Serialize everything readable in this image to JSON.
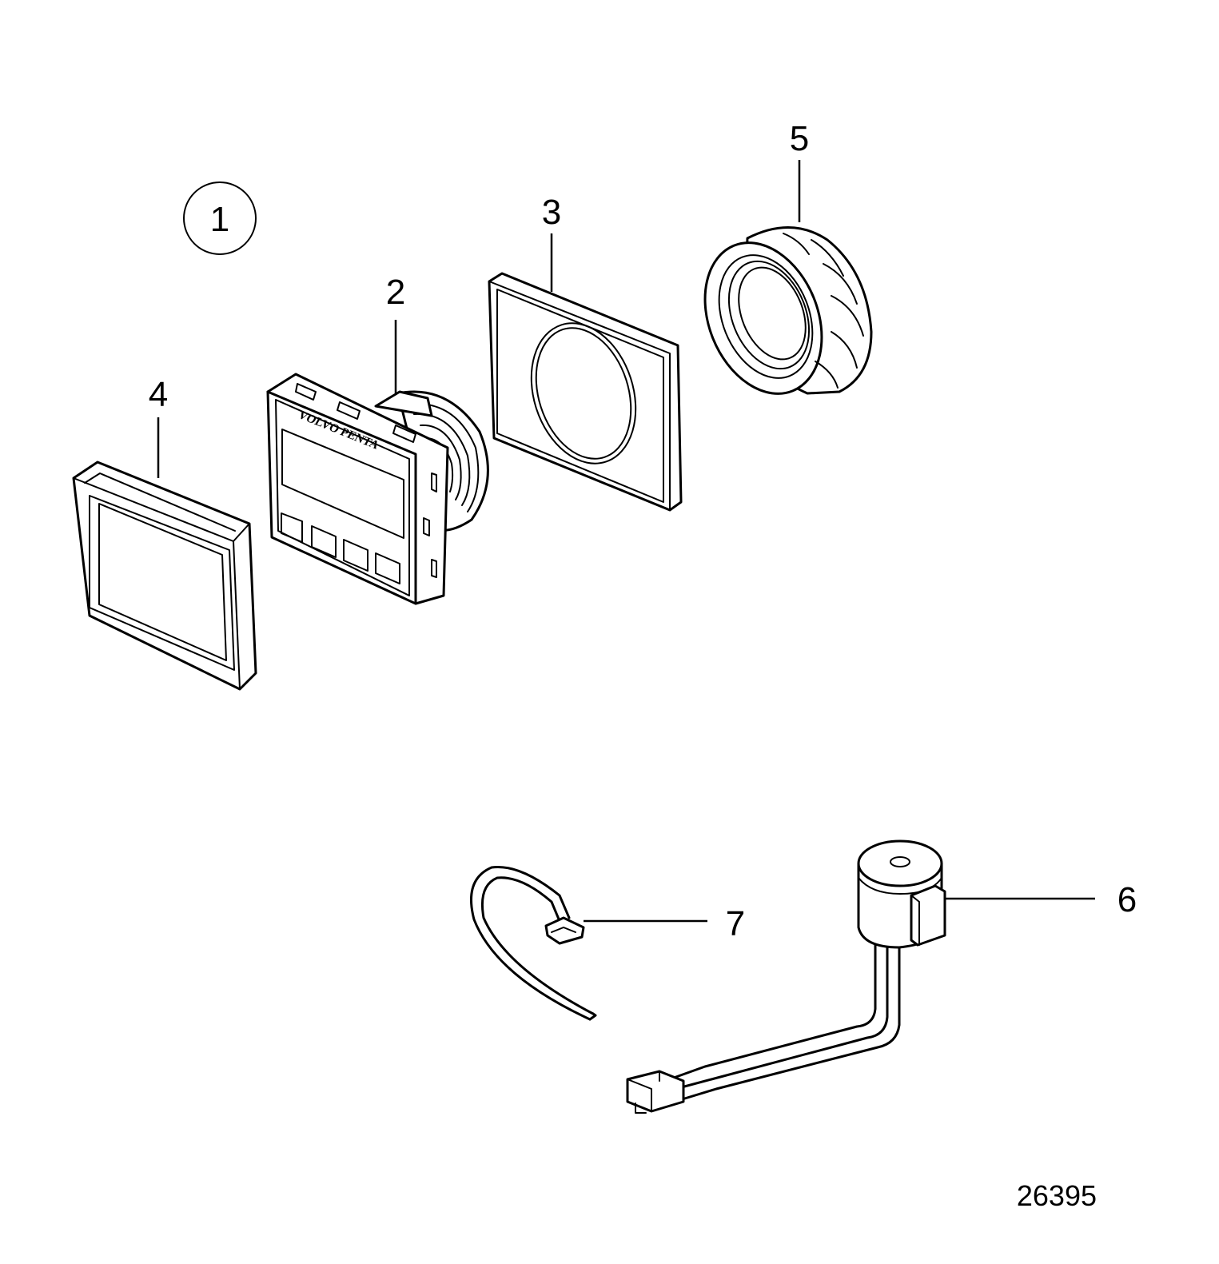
{
  "figure_number": "26395",
  "assembly_callout": "1",
  "parts": [
    {
      "id": "part-2",
      "label": "2"
    },
    {
      "id": "part-3",
      "label": "3"
    },
    {
      "id": "part-4",
      "label": "4"
    },
    {
      "id": "part-5",
      "label": "5"
    },
    {
      "id": "part-6",
      "label": "6"
    },
    {
      "id": "part-7",
      "label": "7"
    }
  ],
  "display_brand_text": "VOLVO PENTA"
}
